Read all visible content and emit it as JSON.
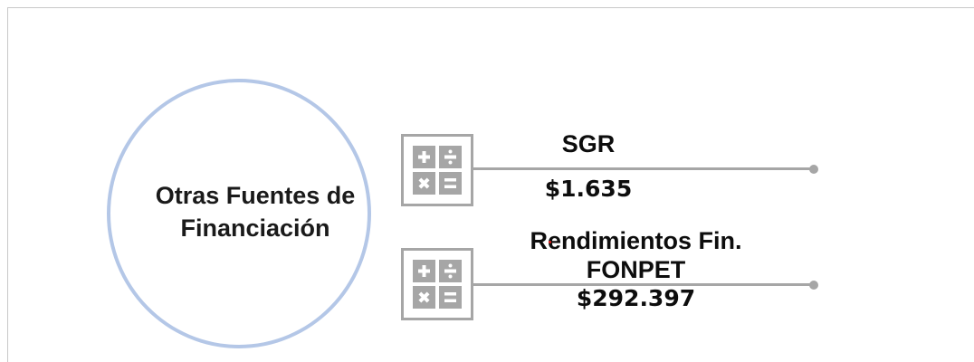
{
  "central_node": {
    "title": "Otras Fuentes de Financiación",
    "border_color": "#b4c7e7"
  },
  "branches": [
    {
      "icon": "calculator-icon",
      "label": "SGR",
      "value": "$1.635"
    },
    {
      "icon": "calculator-icon",
      "label": "Rendimientos Fin. FONPET",
      "value": "$292.397"
    }
  ],
  "colors": {
    "connector": "#a6a6a6",
    "icon_fill": "#a6a6a6",
    "text": "#0d0d0d"
  }
}
